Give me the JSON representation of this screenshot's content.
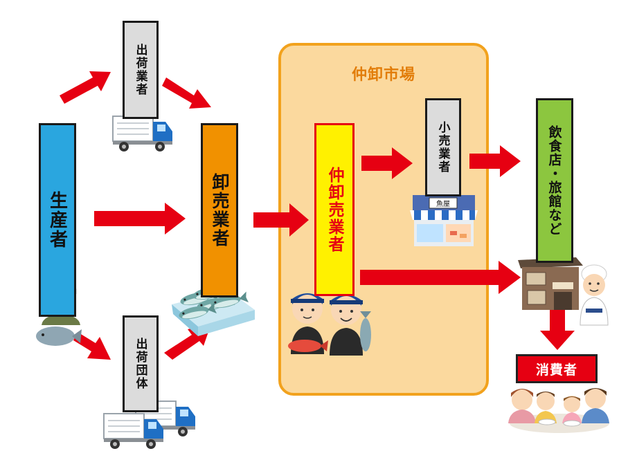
{
  "market": {
    "title": "仲卸市場"
  },
  "nodes": {
    "producer": "生産者",
    "shipper": "出荷業者",
    "shipping_group": "出荷団体",
    "wholesaler": "卸売業者",
    "intermediate_wholesaler": "仲卸売業者",
    "retailer": "小売業者",
    "restaurant": "飲食店・旅館など",
    "consumer": "消費者"
  },
  "shop_sign": "魚屋",
  "colors": {
    "producer": "#2aa6df",
    "wholesaler": "#f19100",
    "intermediate_wholesaler": "#fff100",
    "intermediate_border": "#e60012",
    "gray_box": "#dcdcdc",
    "restaurant": "#8cc63f",
    "arrow": "#e60012",
    "market_fill": "#fbd99e",
    "market_border": "#f2a21d"
  },
  "icons": [
    "truck-icon",
    "fish-crate-icon",
    "fish-shop-icon",
    "restaurant-building-icon",
    "fisherman-icon",
    "market-workers-icon",
    "chef-icon",
    "family-dining-icon"
  ]
}
